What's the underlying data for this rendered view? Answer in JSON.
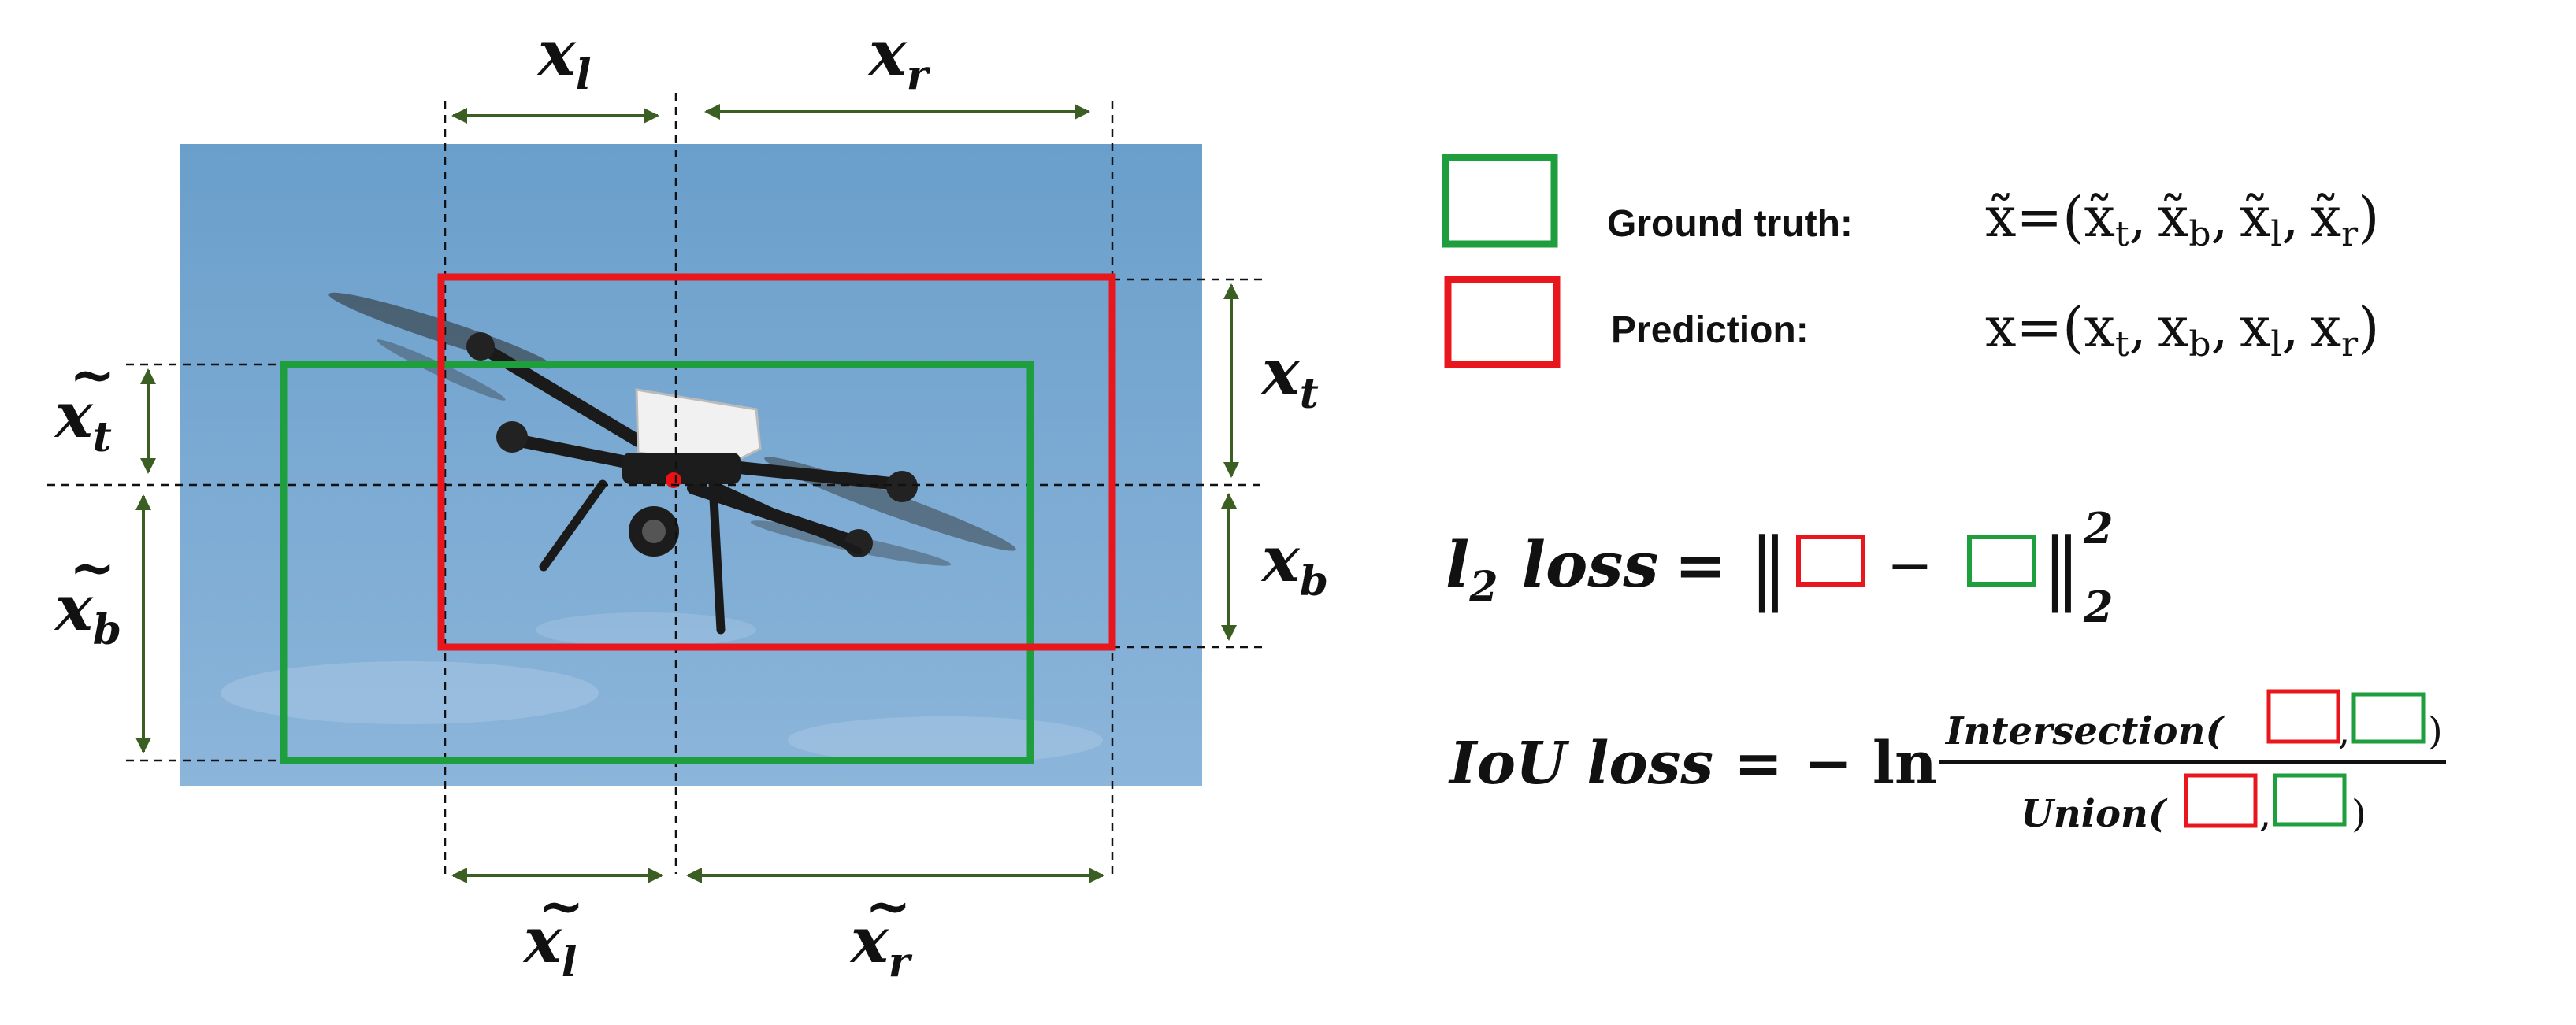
{
  "colors": {
    "ground_truth": "#1e9e3c",
    "prediction": "#e8171d",
    "arrow": "#3b5e22",
    "sky_top": "#6a9fcb",
    "sky_bottom": "#8cb5da"
  },
  "dimension_labels": {
    "x_l": "x",
    "x_l_sub": "l",
    "x_r": "x",
    "x_r_sub": "r",
    "x_t": "x",
    "x_t_sub": "t",
    "x_b": "x",
    "x_b_sub": "b",
    "gt_l": "x",
    "gt_l_sub": "l",
    "gt_r": "x",
    "gt_r_sub": "r",
    "gt_t": "x",
    "gt_t_sub": "t",
    "gt_b": "x",
    "gt_b_sub": "b",
    "tilde": "~"
  },
  "legend": {
    "ground_truth_label": "Ground truth:",
    "prediction_label": "Prediction:",
    "gt_formula_lhs": "x̃=(",
    "gt_x": "x̃",
    "gt_t_sub": "t",
    "gt_b_sub": "b",
    "gt_l_sub": "l",
    "gt_r_sub": "r",
    "pred_formula_lhs": "x=(",
    "pred_x": "x",
    "pred_t_sub": "t",
    "pred_b_sub": "b",
    "pred_l_sub": "l",
    "pred_r_sub": "r",
    "comma": ",",
    "close_paren": ")"
  },
  "formulas": {
    "l2_l": "l",
    "l2_sub": "2",
    "l2_loss_word": "loss",
    "equals": "=",
    "norm_open": "‖",
    "minus": "−",
    "norm_close": "‖",
    "sup": "2",
    "sub": "2",
    "iou_lhs": "IoU loss",
    "neg_ln": "− ln",
    "intersection": "Intersection(",
    "union": "Union(",
    "comma": ",",
    "close_paren": ")"
  }
}
